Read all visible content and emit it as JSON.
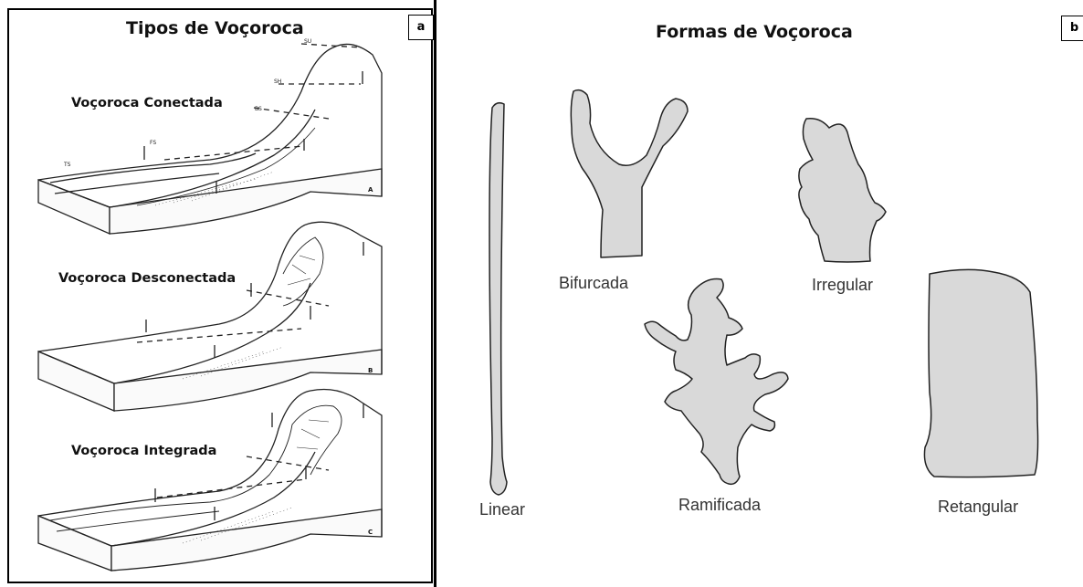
{
  "panel_a": {
    "title": "Tipos de Voçoroca",
    "letter": "a",
    "gullies": [
      {
        "label": "Voçoroca Conectada",
        "figure_letter": "A",
        "slope_labels": [
          "SU",
          "SH",
          "BS",
          "FS",
          "TS"
        ]
      },
      {
        "label": "Voçoroca Desconectada",
        "figure_letter": "B"
      },
      {
        "label": "Voçoroca Integrada",
        "figure_letter": "C"
      }
    ]
  },
  "panel_b": {
    "title": "Formas de Voçoroca",
    "letter": "b",
    "shapes": [
      {
        "label": "Linear"
      },
      {
        "label": "Bifurcada"
      },
      {
        "label": "Irregular"
      },
      {
        "label": "Ramificada"
      },
      {
        "label": "Retangular"
      }
    ]
  },
  "colors": {
    "shape_fill": "#d9d9d9",
    "stroke": "#222222"
  }
}
